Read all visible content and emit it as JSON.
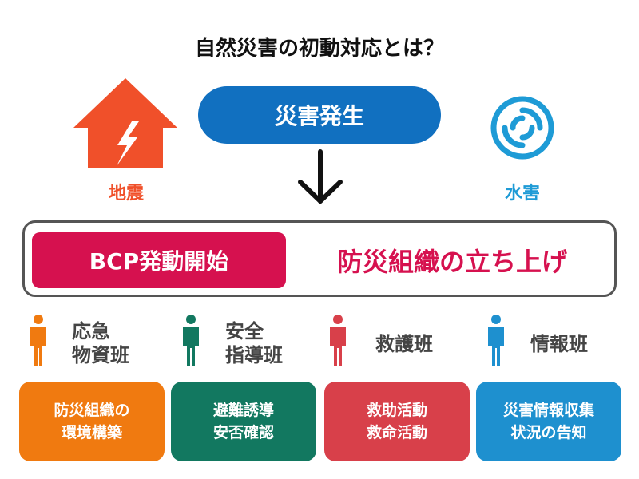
{
  "title": "自然災害の初動対応とは？",
  "trigger": {
    "label": "災害発生",
    "color": "#1170c0"
  },
  "hazards": [
    {
      "label": "地震",
      "icon": "house-lightning-icon",
      "color": "#f0502a"
    },
    {
      "label": "水害",
      "icon": "swirl-icon",
      "color": "#1e9bd6"
    }
  ],
  "bcp": {
    "badge": "BCP発動開始",
    "headline": "防災組織の立ち上げ",
    "color": "#d6114f"
  },
  "teams": [
    {
      "name_lines": [
        "応急",
        "物資班"
      ],
      "color": "#f07a10",
      "icon": "person-icon",
      "task_lines": [
        "防災組織の",
        "環境構築"
      ]
    },
    {
      "name_lines": [
        "安全",
        "指導班"
      ],
      "color": "#127860",
      "icon": "person-icon",
      "task_lines": [
        "避難誘導",
        "安否確認"
      ]
    },
    {
      "name_lines": [
        "救護班"
      ],
      "color": "#d8404a",
      "icon": "person-icon",
      "task_lines": [
        "救助活動",
        "救命活動"
      ]
    },
    {
      "name_lines": [
        "情報班"
      ],
      "color": "#1e90cf",
      "icon": "person-icon",
      "task_lines": [
        "災害情報収集",
        "状況の告知"
      ]
    }
  ]
}
